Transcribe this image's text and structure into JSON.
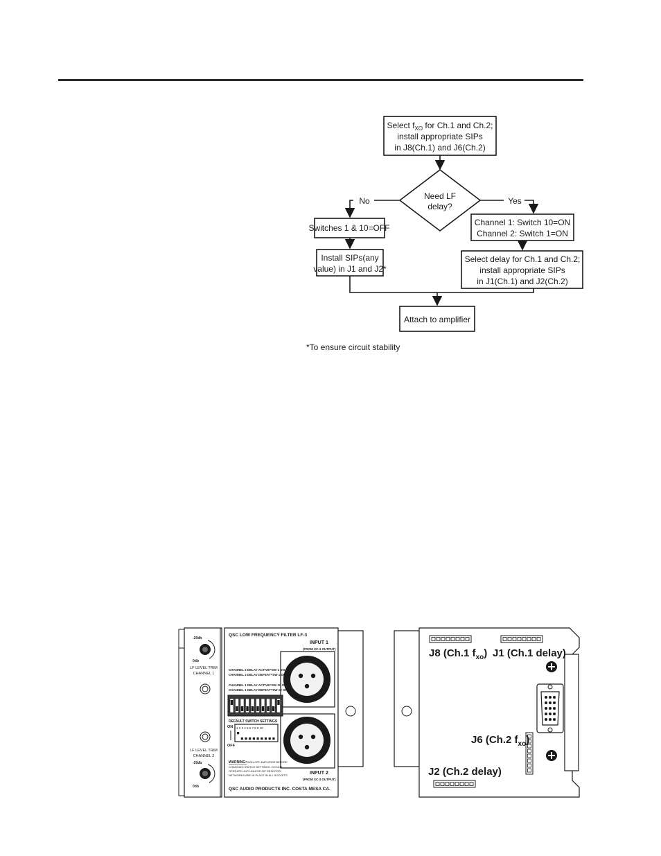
{
  "flowchart": {
    "start_line1_prefix": "Select f",
    "start_line1_subscript": "XO",
    "start_line1_suffix": " for Ch.1 and Ch.2;",
    "start_line2": "install appropriate SIPs",
    "start_line3": "in J8(Ch.1) and J6(Ch.2)",
    "decision_line1": "Need LF",
    "decision_line2": "delay?",
    "no_label": "No",
    "yes_label": "Yes",
    "no_step1": "Switches 1 & 10=OFF",
    "no_step2_line1": "Install SIPs(any",
    "no_step2_line2": "value) in J1 and J2*",
    "yes_step1_line1": "Channel 1: Switch 10=ON",
    "yes_step1_line2": "Channel 2: Switch 1=ON",
    "yes_step2_line1": "Select delay for Ch.1 and Ch.2;",
    "yes_step2_line2": "install appropriate SIPs",
    "yes_step2_line3": "in J1(Ch.1) and J2(Ch.2)",
    "end": "Attach to amplifier",
    "footnote": "*To ensure circuit stability"
  },
  "front_panel": {
    "title": "QSC LOW FREQUENCY FILTER LF-3",
    "trim1_top": "-20db",
    "trim1_bottom": "0db",
    "trim1_label_1": "LF LEVEL TRIM",
    "trim1_label_2": "CHANNEL 1",
    "trim2_label_1": "LF LEVEL TRIM",
    "trim2_label_2": "CHANNEL 2",
    "trim2_top": "-20db",
    "trim2_bottom": "0db",
    "input1": "INPUT 1",
    "input1_sub": "(FROM XC-3 OUTPUT)",
    "input2": "INPUT 2",
    "input2_sub": "(FROM XC-3 OUTPUT)",
    "ch2_active": "CHANNEL 2 DELAY ACTIVE=SW 1 ON",
    "ch2_defeat": "CHANNEL 2 DELAY DEFEAT=SW 1 OFF",
    "ch1_active": "CHANNEL 1 DELAY ACTIVE=SW 10 ON",
    "ch1_defeat": "CHANNEL 1 DELAY DEFEAT=SW 10 OFF",
    "default_settings": "DEFAULT SWITCH SETTINGS",
    "on": "ON",
    "off": "OFF",
    "switch_numbers": "1 2 3 4 5 6 7 8 9 10",
    "warning_label": "WARNING:",
    "warning_1": "TURN OFF AMPLIFIER BEFORE",
    "warning_2": "CHANGING SWITCH SETTINGS. DO NOT",
    "warning_3": "OPERATE UNIT UNLESS SIP RESISTOR",
    "warning_4": "NETWORKS ARE IN PLACE IN ALL SOCKETS.",
    "manufacturer": "QSC AUDIO PRODUCTS INC. COSTA MESA CA."
  },
  "pcb": {
    "j8_prefix": "J8 (Ch.1 f",
    "j8_sub": "xo",
    "j8_suffix": ")",
    "j1": "J1 (Ch.1 delay)",
    "j6_prefix": "J6 (Ch.2 f",
    "j6_sub": "xo",
    "j6_suffix": ")",
    "j2": "J2 (Ch.2 delay)"
  }
}
